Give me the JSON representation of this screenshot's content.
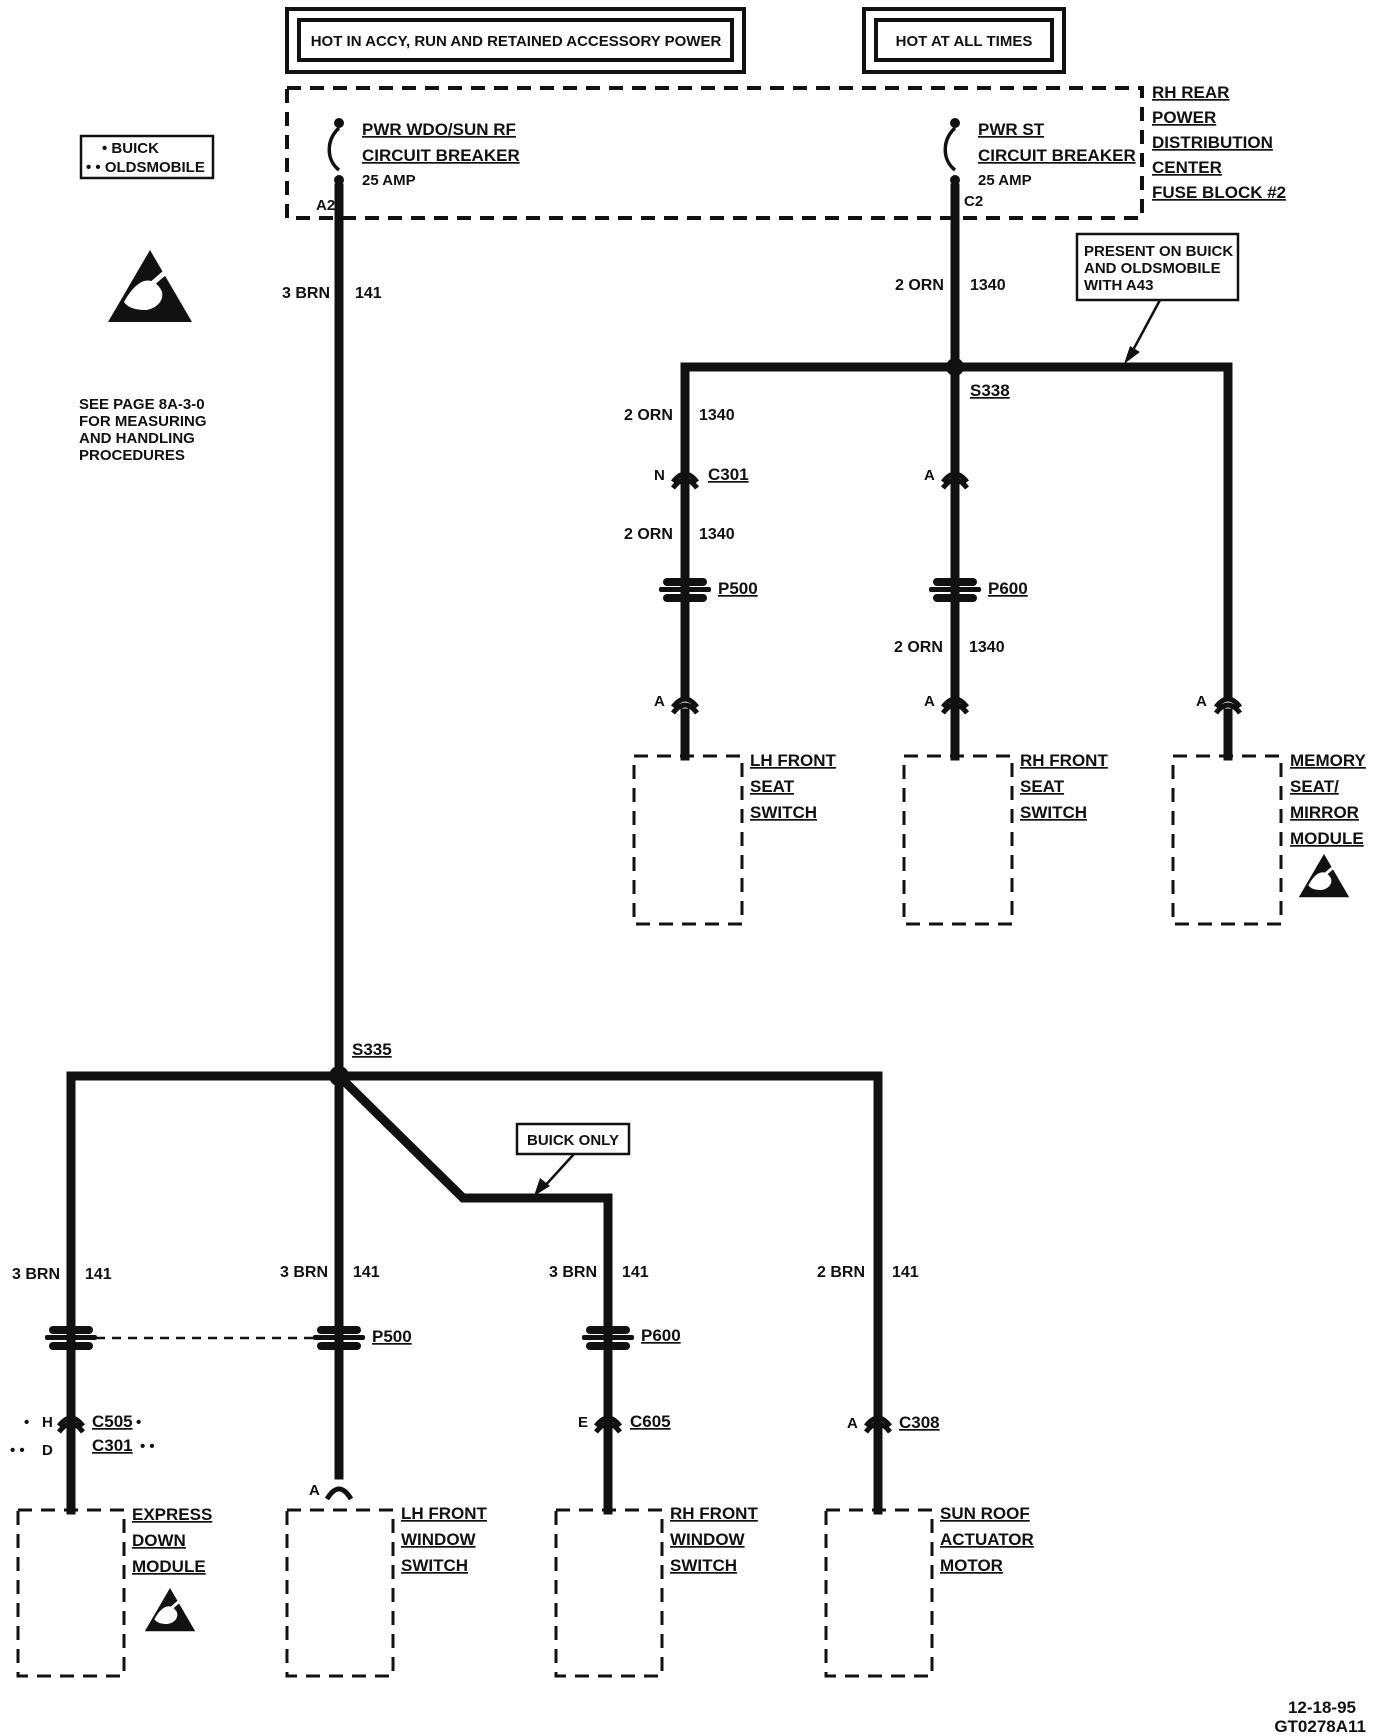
{
  "power_labels": {
    "accessory": "HOT IN ACCY, RUN AND RETAINED ACCESSORY POWER",
    "always": "HOT AT ALL TIMES"
  },
  "distribution_center": [
    "RH REAR",
    "POWER",
    "DISTRIBUTION",
    "CENTER",
    "FUSE BLOCK #2"
  ],
  "breakers": {
    "left": {
      "lines": [
        "PWR WDO/SUN RF",
        "CIRCUIT BREAKER",
        "25 AMP"
      ],
      "terminal": "A2"
    },
    "right": {
      "lines": [
        "PWR ST",
        "CIRCUIT BREAKER",
        "25 AMP"
      ],
      "terminal": "C2"
    }
  },
  "legend": [
    "• BUICK",
    "• • OLDSMOBILE"
  ],
  "esd_note": [
    "SEE PAGE 8A-3-0",
    "FOR MEASURING",
    "AND HANDLING",
    "PROCEDURES"
  ],
  "callouts": {
    "a43": [
      "PRESENT ON BUICK",
      "AND OLDSMOBILE",
      "WITH A43"
    ],
    "buick_only": "BUICK ONLY"
  },
  "splices": {
    "s338": "S338",
    "s335": "S335"
  },
  "wires": {
    "main_left": {
      "size_color": "3 BRN",
      "circuit": "141"
    },
    "main_right": {
      "size_color": "2 ORN",
      "circuit": "1340"
    },
    "lh_seat_upper": {
      "size_color": "2 ORN",
      "circuit": "1340"
    },
    "lh_seat_lower": {
      "size_color": "2 ORN",
      "circuit": "1340"
    },
    "rh_seat_lower": {
      "size_color": "2 ORN",
      "circuit": "1340"
    },
    "express": {
      "size_color": "3 BRN",
      "circuit": "141"
    },
    "lh_window": {
      "size_color": "3 BRN",
      "circuit": "141"
    },
    "rh_window": {
      "size_color": "3 BRN",
      "circuit": "141"
    },
    "sunroof": {
      "size_color": "2 BRN",
      "circuit": "141"
    }
  },
  "connectors": {
    "c301_top": {
      "name": "C301",
      "pin": "N"
    },
    "rh_seat_top_pin": "A",
    "p500_top": "P500",
    "p600_top": "P600",
    "lh_seat_pin": "A",
    "rh_seat_pin": "A",
    "memory_pin": "A",
    "p500_bottom": "P500",
    "p600_bottom": "P600",
    "c505": {
      "name": "C505",
      "pin": "H",
      "marker": "•"
    },
    "c301_bottom": {
      "name": "C301",
      "pin": "D",
      "marker": "• •"
    },
    "c605": {
      "name": "C605",
      "pin": "E"
    },
    "c308": {
      "name": "C308",
      "pin": "A"
    },
    "lh_window_pin": "A"
  },
  "components": {
    "lh_seat": [
      "LH FRONT",
      "SEAT",
      "SWITCH"
    ],
    "rh_seat": [
      "RH FRONT",
      "SEAT",
      "SWITCH"
    ],
    "memory": [
      "MEMORY",
      "SEAT/",
      "MIRROR",
      "MODULE"
    ],
    "express": [
      "EXPRESS",
      "DOWN",
      "MODULE"
    ],
    "lh_window": [
      "LH FRONT",
      "WINDOW",
      "SWITCH"
    ],
    "rh_window": [
      "RH FRONT",
      "WINDOW",
      "SWITCH"
    ],
    "sunroof": [
      "SUN ROOF",
      "ACTUATOR",
      "MOTOR"
    ]
  },
  "footer": {
    "date": "12-18-95",
    "code": "GT0278A11"
  }
}
